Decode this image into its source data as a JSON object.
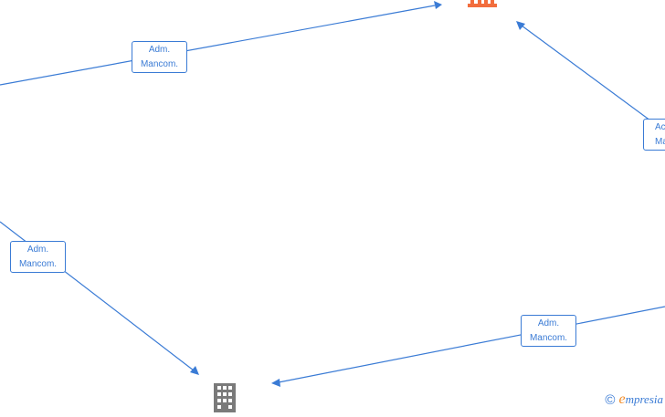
{
  "colors": {
    "edge": "#3a7bd5",
    "company_node": "#f26d3d",
    "building_node": "#7a7a7a",
    "brand_accent": "#f28c28"
  },
  "edges": [
    {
      "label_line1": "Adm.",
      "label_line2": "Mancom."
    },
    {
      "label_line1": "Ac",
      "label_line2": "Man"
    },
    {
      "label_line1": "Adm.",
      "label_line2": "Mancom."
    },
    {
      "label_line1": "Adm.",
      "label_line2": "Mancom."
    }
  ],
  "nodes": {
    "top": {
      "icon": "company-building-icon"
    },
    "bottom": {
      "icon": "office-building-icon"
    }
  },
  "footer": {
    "copyright": "©",
    "brand_initial": "e",
    "brand_rest": "mpresia"
  }
}
